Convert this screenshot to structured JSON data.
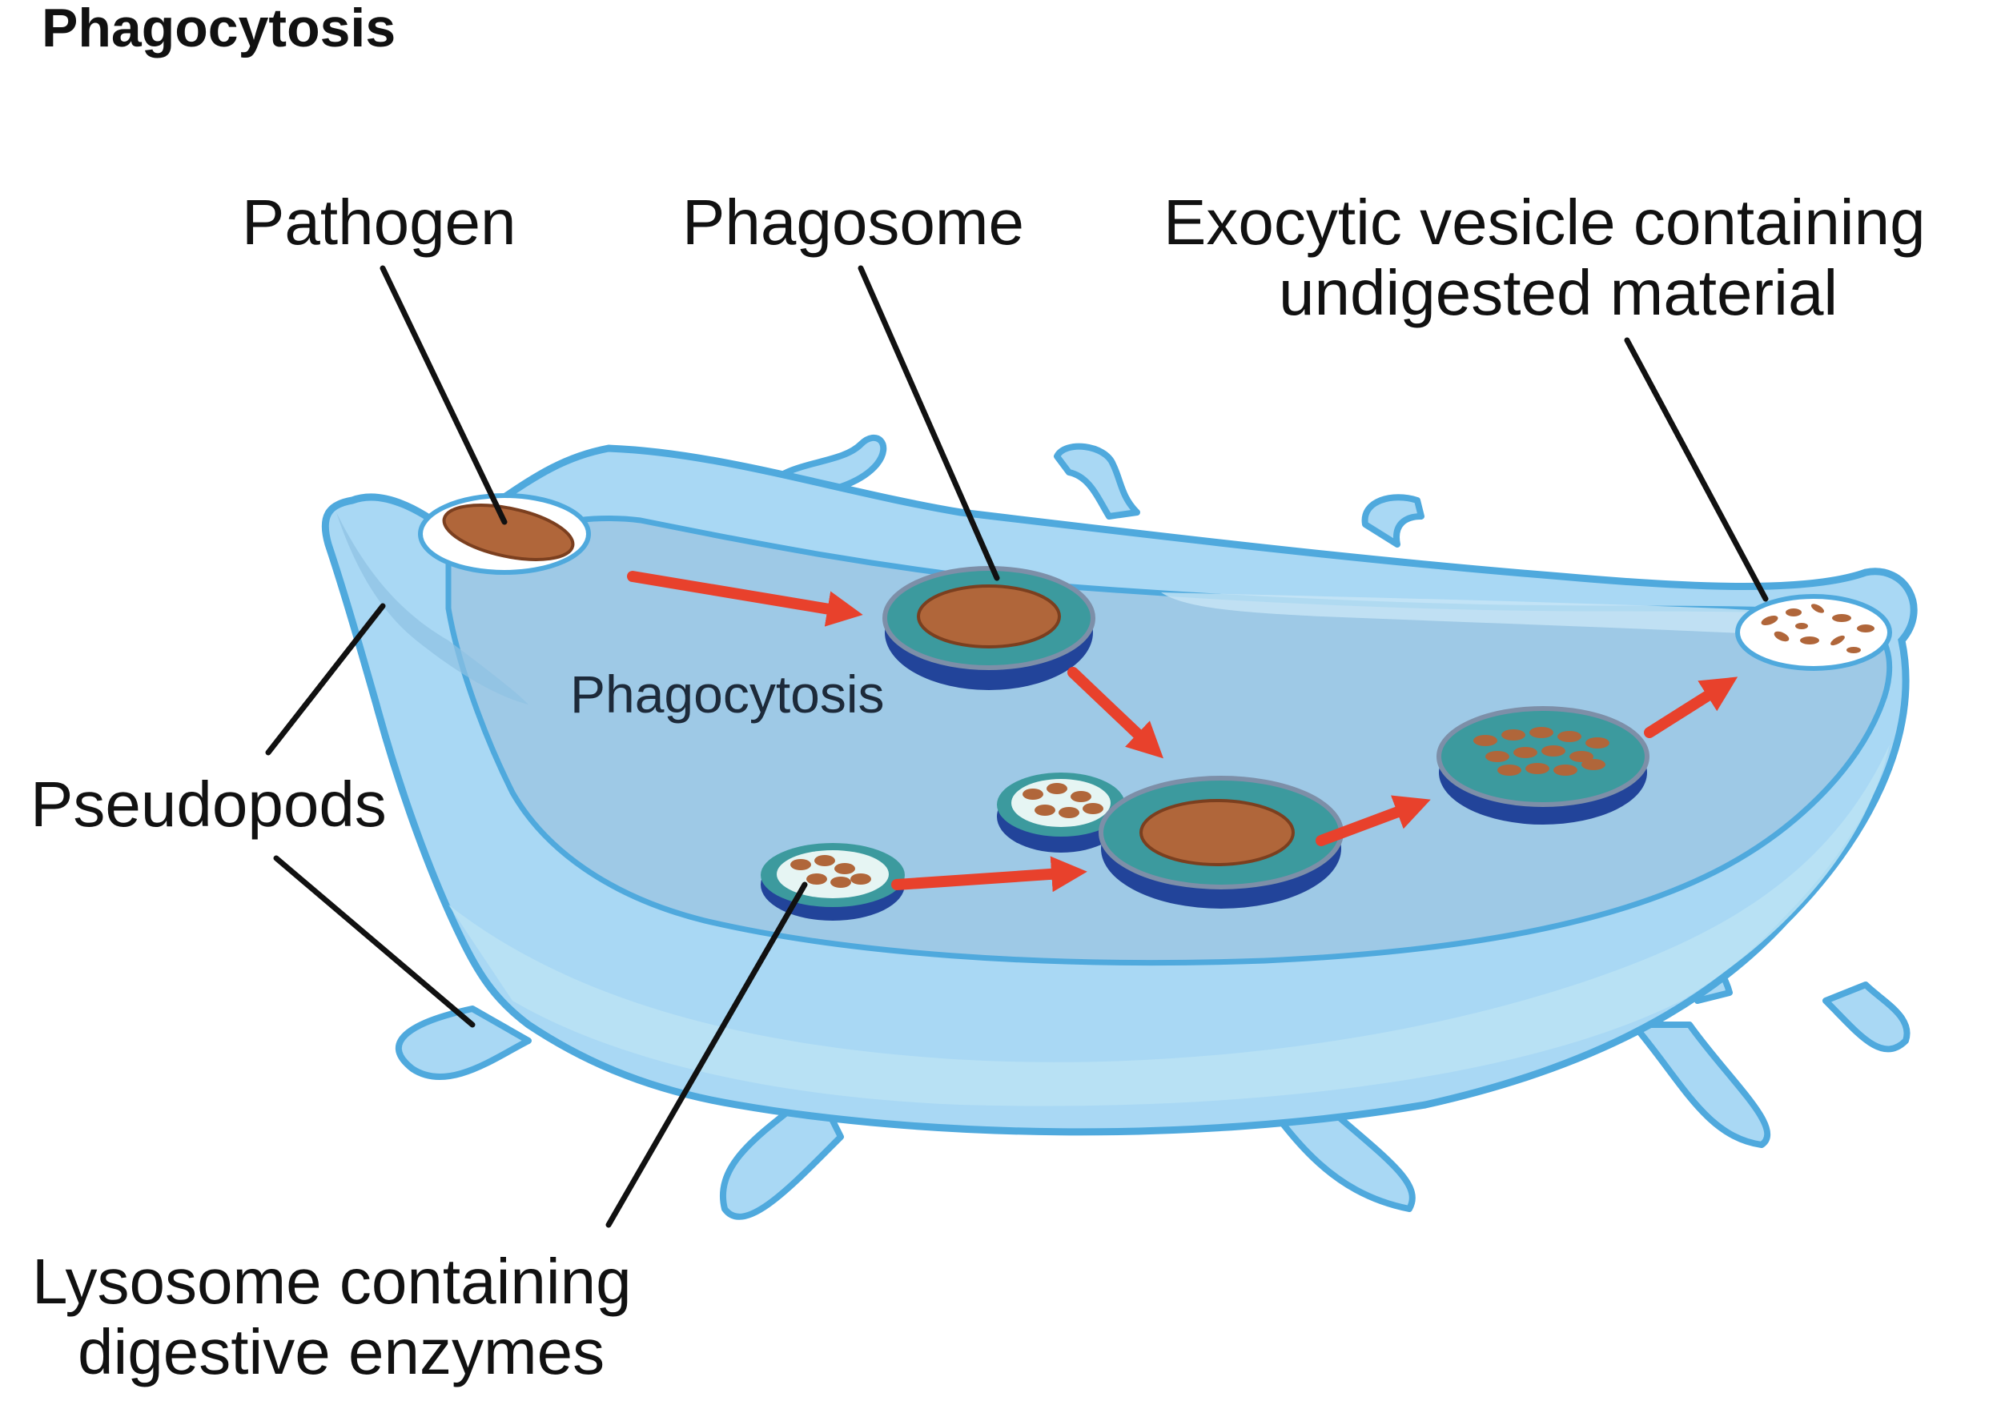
{
  "title": "Phagocytosis",
  "labels": {
    "pathogen": "Pathogen",
    "phagosome": "Phagosome",
    "exocytic_line1": "Exocytic vesicle containing",
    "exocytic_line2": "undigested material",
    "pseudopods": "Pseudopods",
    "lysosome_line1": "Lysosome containing",
    "lysosome_line2": "digestive enzymes",
    "process": "Phagocytosis"
  },
  "colors": {
    "cell_outer": "#a9d8f4",
    "cell_edge": "#4fa9dd",
    "cytoplasm": "#9ec9e6",
    "vesicle_teal": "#3c9a9e",
    "vesicle_base": "#22449a",
    "pathogen": "#b0663a",
    "arrow": "#e8412c",
    "leader": "#111111"
  }
}
